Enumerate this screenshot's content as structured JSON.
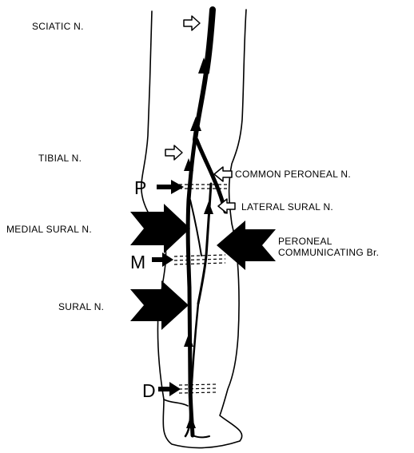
{
  "labels": {
    "sciatic": "SCIATIC N.",
    "tibial": "TIBIAL N.",
    "common_peroneal": "COMMON PERONEAL N.",
    "lateral_sural": "LATERAL SURAL N.",
    "medial_sural": "MEDIAL SURAL N.",
    "peroneal_comm_1": "PERONEAL",
    "peroneal_comm_2": "COMMUNICATING Br.",
    "sural": "SURAL N."
  },
  "levels": {
    "p": "P",
    "m": "M",
    "d": "D"
  }
}
